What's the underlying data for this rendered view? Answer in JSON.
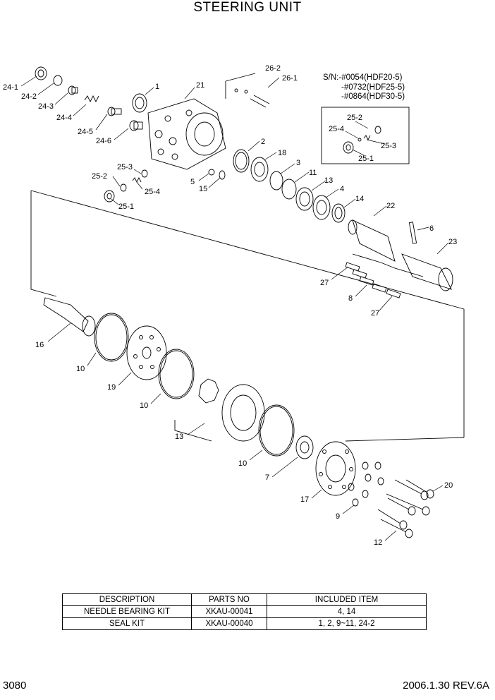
{
  "title": "STEERING UNIT",
  "serial_note": {
    "prefix": "S/N:",
    "lines": [
      "-#0054(HDF20-5)",
      "-#0732(HDF25-5)",
      "-#0864(HDF30-5)"
    ]
  },
  "callouts": {
    "c24_1": "24-1",
    "c24_2": "24-2",
    "c24_3": "24-3",
    "c24_4": "24-4",
    "c24_5": "24-5",
    "c24_6": "24-6",
    "c1": "1",
    "c21": "21",
    "c26_2": "26-2",
    "c26_1": "26-1",
    "c2": "2",
    "c18": "18",
    "c3": "3",
    "c11": "11",
    "c13a": "13",
    "c4": "4",
    "c14": "14",
    "c22": "22",
    "c6": "6",
    "c23": "23",
    "c27a": "27",
    "c8": "8",
    "c27b": "27",
    "c25_3": "25-3",
    "c25_2": "25-2",
    "c25_4": "25-4",
    "c25_1": "25-1",
    "c5": "5",
    "c15": "15",
    "box_25_2": "25-2",
    "box_25_4": "25-4",
    "box_25_3": "25-3",
    "box_25_1": "25-1",
    "c16": "16",
    "c10a": "10",
    "c19": "19",
    "c10b": "10",
    "c13b": "13",
    "c10c": "10",
    "c7": "7",
    "c17": "17",
    "c9": "9",
    "c20": "20",
    "c12": "12"
  },
  "table": {
    "headers": [
      "DESCRIPTION",
      "PARTS NO",
      "INCLUDED ITEM"
    ],
    "rows": [
      [
        "NEEDLE BEARING KIT",
        "XKAU-00041",
        "4, 14"
      ],
      [
        "SEAL KIT",
        "XKAU-00040",
        "1, 2, 9~11, 24-2"
      ]
    ]
  },
  "footer": {
    "page_number": "3080",
    "revision": "2006.1.30  REV.6A"
  }
}
